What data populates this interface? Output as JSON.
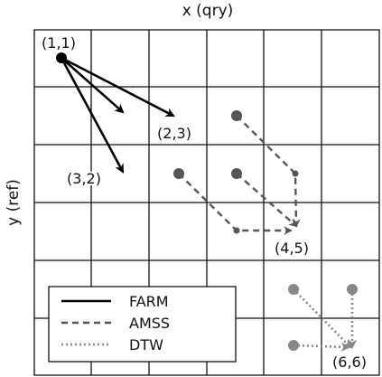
{
  "axes": {
    "xlabel": "x (qry)",
    "ylabel": "y (ref)"
  },
  "grid": {
    "rows": 6,
    "cols": 6
  },
  "point_labels": {
    "p11": "(1,1)",
    "p23": "(2,3)",
    "p32": "(3,2)",
    "p45": "(4,5)",
    "p66": "(6,6)"
  },
  "legend": {
    "farm": "FARM",
    "amss": "AMSS",
    "dtw": "DTW"
  },
  "colors": {
    "farm": "#000000",
    "amss": "#555555",
    "dtw": "#888888",
    "grid": "#111111"
  }
}
